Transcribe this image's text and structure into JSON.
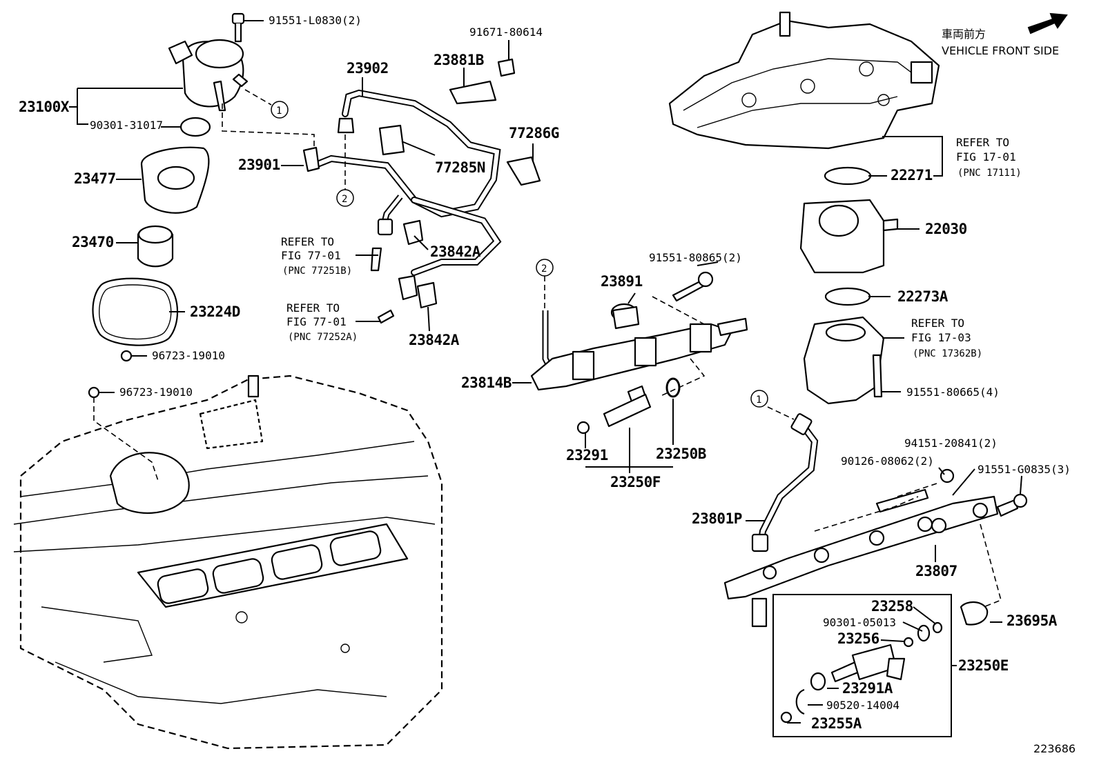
{
  "orientation": {
    "japanese": "車両前方",
    "english": "VEHICLE FRONT SIDE",
    "arrow_icon": "arrow-front-icon"
  },
  "figure_number": "223686",
  "callout_markers": [
    "1",
    "2"
  ],
  "parts": {
    "p_91551_L0830": "91551-L0830(2)",
    "p_23100X": "23100X",
    "p_90301_31017": "90301-31017",
    "p_23477": "23477",
    "p_23470": "23470",
    "p_23224D": "23224D",
    "p_96723_19010_a": "96723-19010",
    "p_96723_19010_b": "96723-19010",
    "p_23902": "23902",
    "p_23901": "23901",
    "p_91671_80614": "91671-80614",
    "p_23881B": "23881B",
    "p_77285N": "77285N",
    "p_77286G": "77286G",
    "p_23842A_a": "23842A",
    "p_23842A_b": "23842A",
    "p_22271": "22271",
    "p_22030": "22030",
    "p_22273A": "22273A",
    "p_91551_80865": "91551-80865(2)",
    "p_23891": "23891",
    "p_23814B": "23814B",
    "p_23291": "23291",
    "p_23250B": "23250B",
    "p_23250F": "23250F",
    "p_91551_80665": "91551-80665(4)",
    "p_94151_20841": "94151-20841(2)",
    "p_90126_08062": "90126-08062(2)",
    "p_91551_G0835": "91551-G0835(3)",
    "p_23801P": "23801P",
    "p_23807": "23807",
    "p_23258": "23258",
    "p_90301_05013": "90301-05013",
    "p_23256": "23256",
    "p_23250E": "23250E",
    "p_23291A": "23291A",
    "p_90520_14004": "90520-14004",
    "p_23255A": "23255A",
    "p_23695A": "23695A"
  },
  "references": {
    "ref_a": {
      "refer": "REFER TO",
      "fig": "FIG 77-01",
      "pnc": "(PNC 77251B)"
    },
    "ref_b": {
      "refer": "REFER TO",
      "fig": "FIG 77-01",
      "pnc": "(PNC 77252A)"
    },
    "ref_c": {
      "refer": "REFER TO",
      "fig": "FIG 17-01",
      "pnc": "(PNC 17111)"
    },
    "ref_d": {
      "refer": "REFER TO",
      "fig": "FIG 17-03",
      "pnc": "(PNC 17362B)"
    }
  }
}
